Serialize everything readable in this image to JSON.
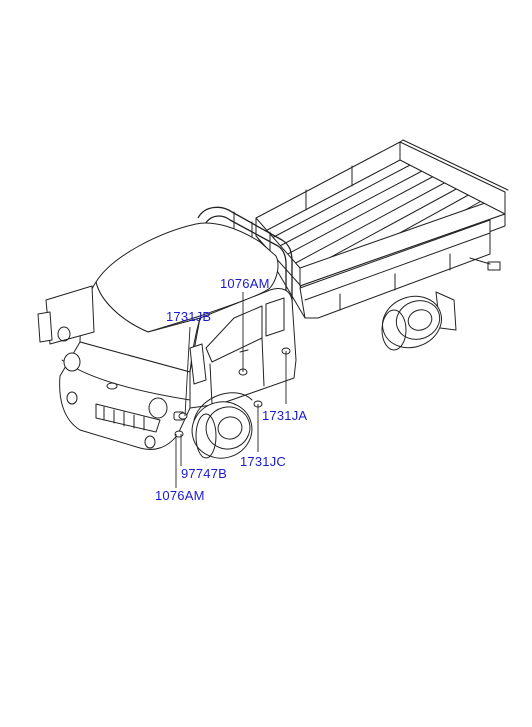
{
  "colors": {
    "callout_text": "#1a1ad0",
    "line": "#222222",
    "background": "#ffffff"
  },
  "callouts": [
    {
      "id": "c1",
      "label": "1076AM"
    },
    {
      "id": "c2",
      "label": "1731JB"
    },
    {
      "id": "c3",
      "label": "1731JA"
    },
    {
      "id": "c4",
      "label": "1731JC"
    },
    {
      "id": "c5",
      "label": "97747B"
    },
    {
      "id": "c6",
      "label": "1076AM"
    }
  ]
}
